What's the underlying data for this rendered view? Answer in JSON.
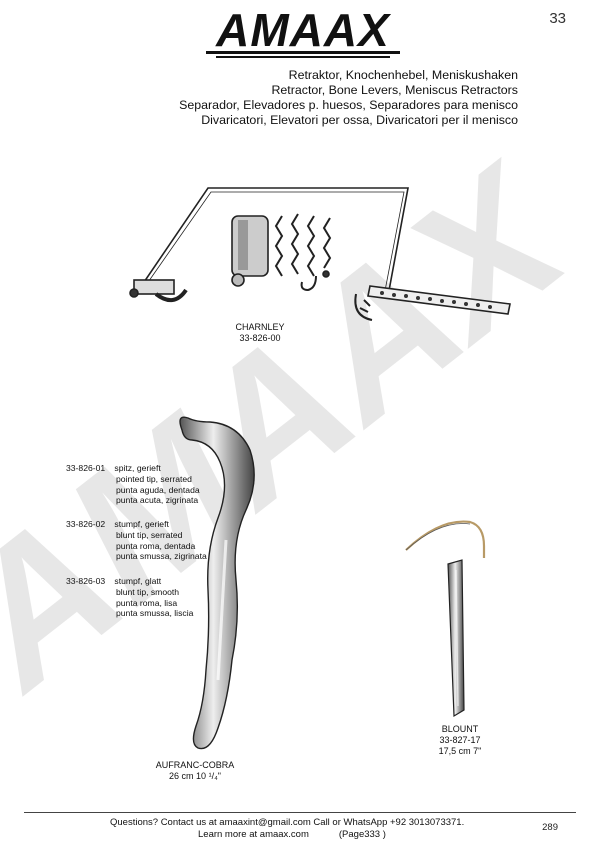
{
  "brand": {
    "logo_text": "AMAAX",
    "watermark_text": "AMAAX"
  },
  "page": {
    "number": "33",
    "corner_number": "289"
  },
  "titles": {
    "de": "Retraktor, Knochenhebel, Meniskushaken",
    "en": "Retractor, Bone Levers, Meniscus Retractors",
    "es": "Separador, Elevadores p. huesos, Separadores para menisco",
    "it": "Divaricatori, Elevatori per ossa, Divaricatori per il menisco"
  },
  "products": {
    "charnley": {
      "name": "CHARNLEY",
      "code": "33-826-00"
    },
    "aufranc": {
      "name": "AUFRANC-COBRA",
      "size": "26 cm    10 ¹/₄\"",
      "variants": [
        {
          "code": "33-826-01",
          "lines": [
            "spitz, gerieft",
            "pointed tip, serrated",
            "punta aguda, dentada",
            "punta acuta, zigrinata"
          ]
        },
        {
          "code": "33-826-02",
          "lines": [
            "stumpf, gerieft",
            "blunt tip, serrated",
            "punta roma, dentada",
            "punta smussa, zigrinata"
          ]
        },
        {
          "code": "33-826-03",
          "lines": [
            "stumpf, glatt",
            "blunt tip, smooth",
            "punta roma, lisa",
            "punta smussa, liscia"
          ]
        }
      ]
    },
    "blount": {
      "name": "BLOUNT",
      "code": "33-827-17",
      "size": "17,5 cm    7\""
    }
  },
  "footer": {
    "line1": "Questions? Contact us at amaaxint@gmail.com Call or WhatsApp +92 3013073371.",
    "line2": "Learn more at amaax.com",
    "page_ref": "(Page333 )"
  }
}
